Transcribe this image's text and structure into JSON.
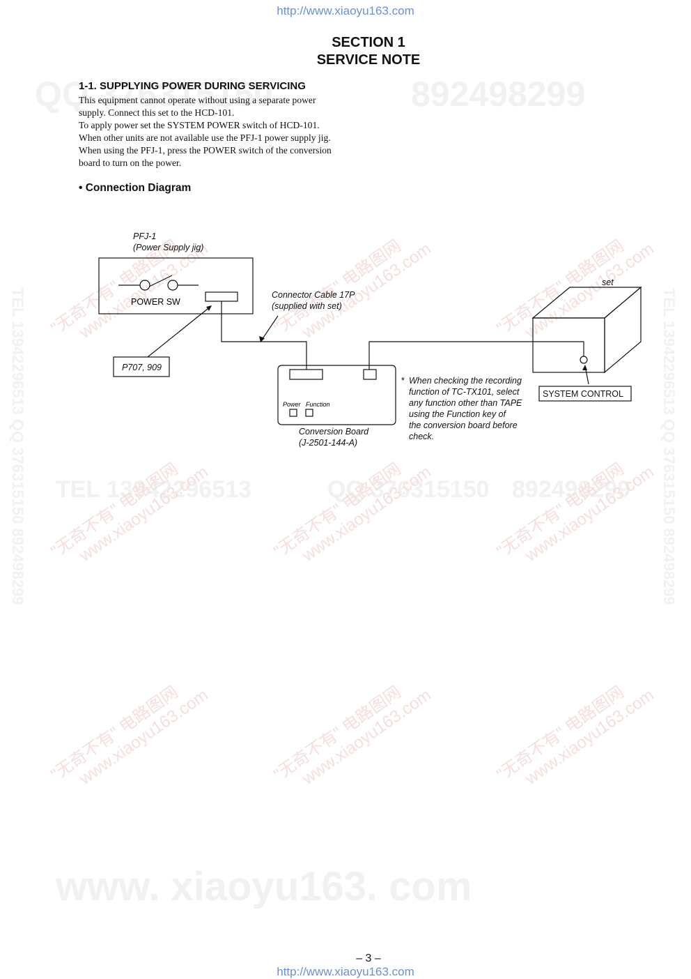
{
  "header_url": "http://www.xiaoyu163.com",
  "footer_url": "http://www.xiaoyu163.com",
  "section": {
    "line1": "SECTION 1",
    "line2": "SERVICE NOTE"
  },
  "subsection_title": "1-1. SUPPLYING POWER DURING SERVICING",
  "body_lines": [
    "This equipment cannot operate without using a separate power",
    "supply. Connect this set to the HCD-101.",
    "To apply power set the SYSTEM POWER switch of HCD-101.",
    "When other units are not available use the PFJ-1 power supply jig.",
    "When using the PFJ-1, press the POWER switch of the conversion",
    "board to turn on the power."
  ],
  "diagram": {
    "heading": "• Connection Diagram",
    "pfj_label": "PFJ-1",
    "pfj_sub": "(Power Supply jig)",
    "power_sw": "POWER SW",
    "connector_cable": "Connector Cable 17P",
    "connector_sub": "(supplied with set)",
    "set_label": "set",
    "p707": "P707, 909",
    "note_mark": "*",
    "note_lines": [
      "When checking the recording",
      "function of TC-TX101, select",
      "any function other than TAPE",
      "using the Function key of",
      "the conversion board before",
      "check."
    ],
    "system_control": "SYSTEM CONTROL",
    "power_key": "Power",
    "function_key": "Function",
    "conv_board": "Conversion Board",
    "conv_board_sub": "(J-2501-144-A)"
  },
  "page_number": "– 3 –",
  "watermarks": {
    "qq_top": "QQ 376315150",
    "num_top": "892498299",
    "tel_mid": "TEL 13942296513",
    "qq_mid": "QQ 376315150",
    "num_mid": "892498299",
    "bottom": "www. xiaoyu163. com",
    "vertical": "TEL 13942296513 QQ 376315150 892498299",
    "diag_cn": "\"无奇不有\" 电路图网",
    "diag_url": "www.xiaoyu163.com"
  }
}
